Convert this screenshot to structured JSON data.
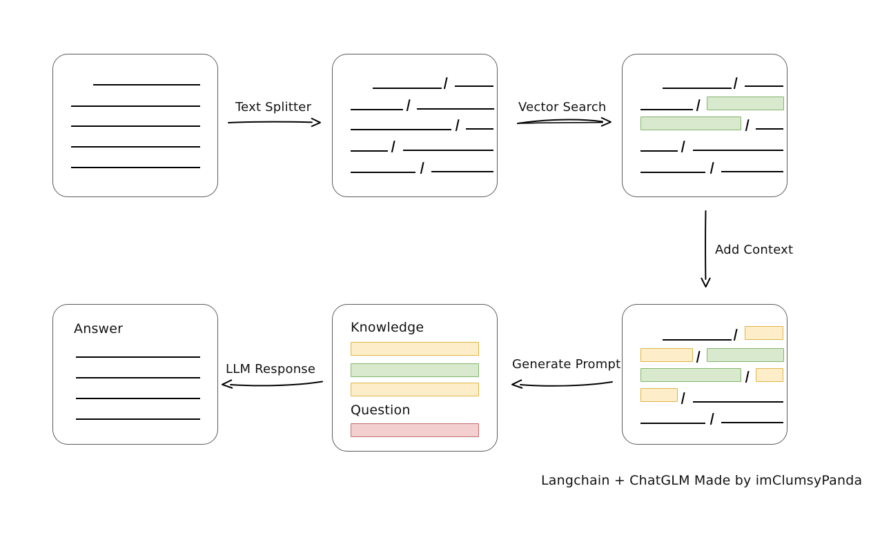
{
  "diagram": {
    "title": "Langchain + ChatGLM retrieval-augmented generation flow",
    "footer_credit": "Langchain + ChatGLM Made by imClumsyPanda",
    "colors": {
      "box_border": "#5a5a5a",
      "line": "#000000",
      "highlight_green_fill": "#d8e9cd",
      "highlight_green_border": "#82b56a",
      "highlight_yellow_fill": "#fdeec9",
      "highlight_yellow_border": "#e0b446",
      "highlight_red_fill": "#f4cfcf",
      "highlight_red_border": "#c16a6a",
      "text": "#111111"
    },
    "arrows": [
      {
        "id": "text-splitter",
        "label": "Text Splitter",
        "direction": "right"
      },
      {
        "id": "vector-search",
        "label": "Vector Search",
        "direction": "right"
      },
      {
        "id": "add-context",
        "label": "Add Context",
        "direction": "down"
      },
      {
        "id": "generate-prompt",
        "label": "Generate Prompt",
        "direction": "left"
      },
      {
        "id": "llm-response",
        "label": "LLM Response",
        "direction": "left"
      }
    ],
    "boxes": {
      "source_document": {
        "name": "source-document",
        "caption": "",
        "line_count": 5
      },
      "split_document": {
        "name": "split-document",
        "caption": "",
        "line_count": 5,
        "separator": "/"
      },
      "matched_document": {
        "name": "matched-document",
        "caption": "",
        "line_count": 5,
        "separator": "/",
        "highlights": [
          "green",
          "green"
        ]
      },
      "context_document": {
        "name": "context-document",
        "caption": "",
        "line_count": 5,
        "separator": "/",
        "highlights": [
          "yellow",
          "yellow",
          "green",
          "green",
          "yellow",
          "yellow"
        ]
      },
      "prompt": {
        "name": "prompt-box",
        "knowledge_label": "Knowledge",
        "question_label": "Question",
        "knowledge_chips": [
          "yellow",
          "green",
          "yellow"
        ],
        "question_chips": [
          "red"
        ]
      },
      "answer": {
        "name": "answer-box",
        "caption": "Answer",
        "line_count": 4
      }
    }
  }
}
